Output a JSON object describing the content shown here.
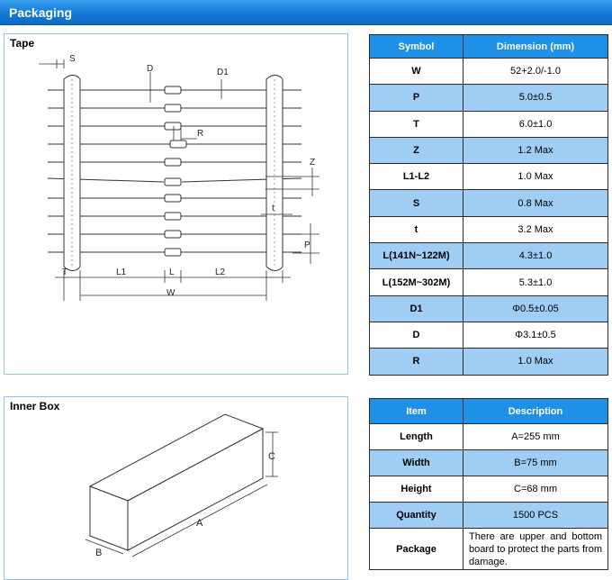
{
  "header": {
    "title": "Packaging"
  },
  "tape": {
    "title": "Tape",
    "labels": {
      "S": "S",
      "D": "D",
      "D1": "D1",
      "R": "R",
      "Z": "Z",
      "t": "t",
      "P": "P",
      "T": "T",
      "L1": "L1",
      "L": "L",
      "L2": "L2",
      "W": "W"
    }
  },
  "tape_table": {
    "headers": [
      "Symbol",
      "Dimension (mm)"
    ],
    "rows": [
      {
        "symbol": "W",
        "value": "52+2.0/-1.0"
      },
      {
        "symbol": "P",
        "value": "5.0±0.5"
      },
      {
        "symbol": "T",
        "value": "6.0±1.0"
      },
      {
        "symbol": "Z",
        "value": "1.2 Max"
      },
      {
        "symbol": "L1-L2",
        "value": "1.0 Max"
      },
      {
        "symbol": "S",
        "value": "0.8 Max"
      },
      {
        "symbol": "t",
        "value": "3.2 Max"
      },
      {
        "symbol": "L(141N~122M)",
        "value": "4.3±1.0"
      },
      {
        "symbol": "L(152M~302M)",
        "value": "5.3±1.0"
      },
      {
        "symbol": "D1",
        "value": "Φ0.5±0.05"
      },
      {
        "symbol": "D",
        "value": "Φ3.1±0.5"
      },
      {
        "symbol": "R",
        "value": "1.0 Max"
      }
    ]
  },
  "inner_box": {
    "title": "Inner Box",
    "labels": {
      "A": "A",
      "B": "B",
      "C": "C"
    }
  },
  "box_table": {
    "headers": [
      "Item",
      "Description"
    ],
    "rows": [
      {
        "item": "Length",
        "desc": "A=255 mm"
      },
      {
        "item": "Width",
        "desc": "B=75 mm"
      },
      {
        "item": "Height",
        "desc": "C=68 mm"
      },
      {
        "item": "Quantity",
        "desc": "1500 PCS"
      },
      {
        "item": "Package",
        "desc": "There are upper and bottom board to protect the parts from damage."
      }
    ]
  },
  "colors": {
    "header": "#1479d6",
    "table_header": "#1e90e8",
    "row_blue": "#9fcdf3",
    "panel_border": "#8fc3ee"
  }
}
